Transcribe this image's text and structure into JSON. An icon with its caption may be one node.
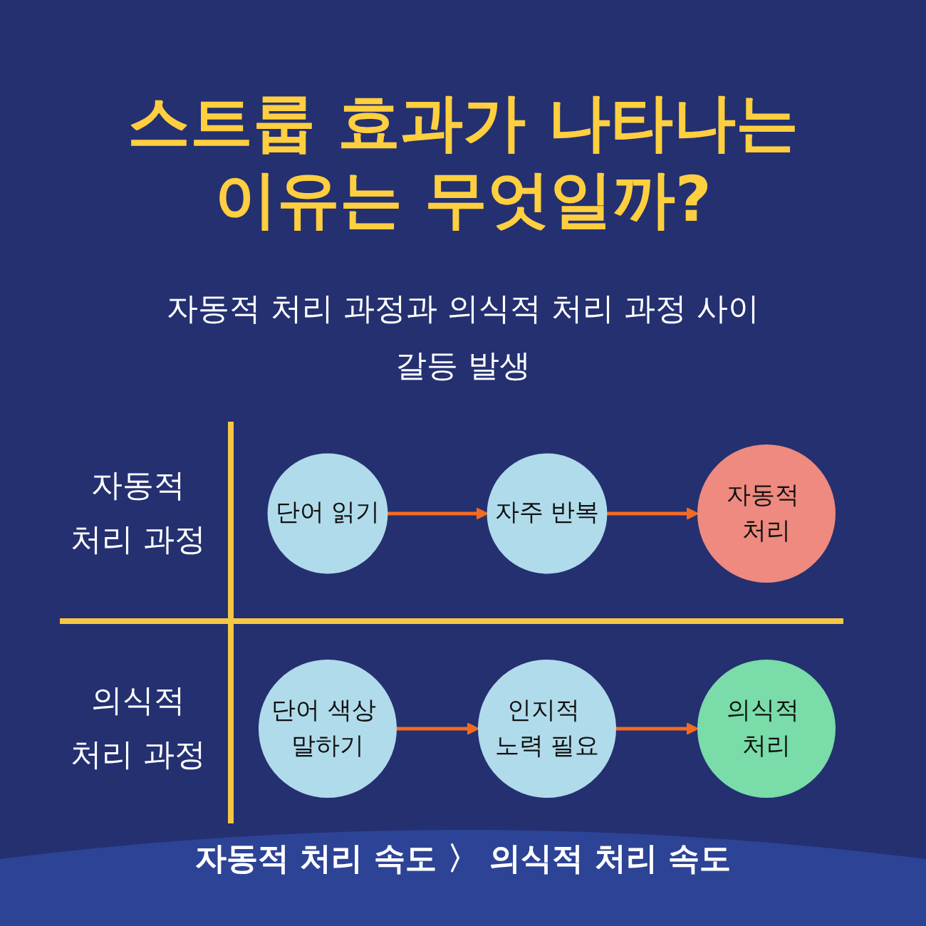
{
  "diagram": {
    "title": "스트룹 효과가 나타나는 이유는 무엇일까?",
    "nodes": [
      {
        "text": [
          "단어 읽기"
        ]
      },
      {
        "text": [
          "자주 반복"
        ]
      },
      {
        "text": [
          "자동적 처리"
        ]
      },
      {
        "text": [
          "단어 색상 말하기"
        ]
      },
      {
        "text": [
          "인지적 노력 필요"
        ]
      },
      {
        "text": [
          "의식적 처리"
        ]
      }
    ],
    "edges": [
      {
        "from": 0,
        "to": 1,
        "arrow": "to"
      },
      {
        "from": 1,
        "to": 2,
        "arrow": "to"
      },
      {
        "from": 3,
        "to": 4,
        "arrow": "to"
      },
      {
        "from": 4,
        "to": 5,
        "arrow": "to"
      }
    ],
    "labels": [
      "자동적 처리 과정과 의식적 처리 과정 사이 갈등 발생",
      "자동적 처리 과정",
      "의식적 처리 과정",
      "자동적 처리 속도 〉 의식적 처리 속도"
    ]
  }
}
